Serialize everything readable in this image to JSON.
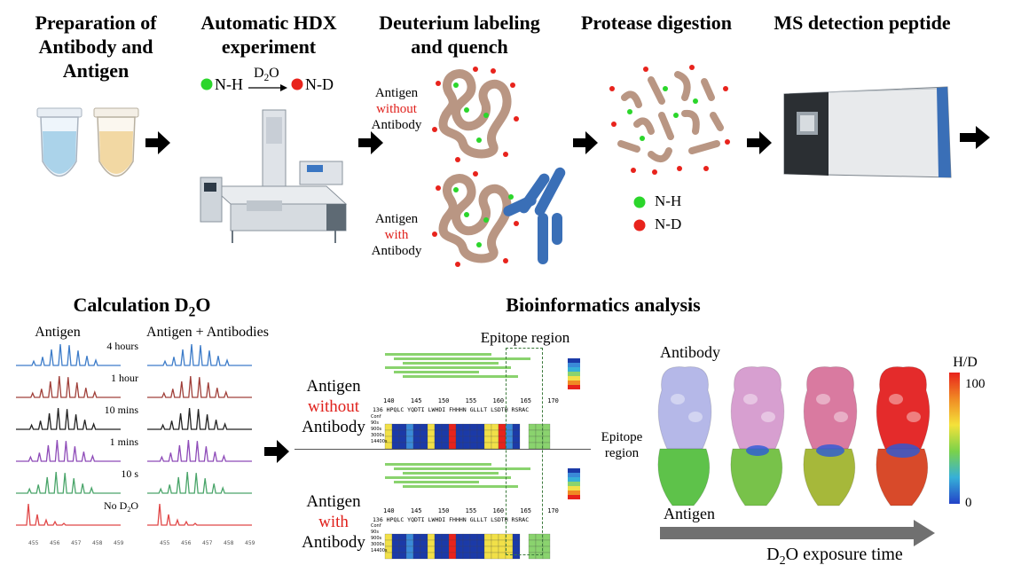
{
  "steps": {
    "prep": "Preparation of Antibody and Antigen",
    "hdx": "Automatic HDX experiment",
    "label": "Deuterium labeling and quench",
    "digest": "Protease digestion",
    "ms": "MS detection peptide"
  },
  "reaction": {
    "from": "N-H",
    "reagent": "D2O",
    "to": "N-D"
  },
  "labeling": {
    "without": {
      "line1": "Antigen",
      "line2": "without",
      "line3": "Antibody"
    },
    "with": {
      "line1": "Antigen",
      "line2": "with",
      "line3": "Antibody"
    }
  },
  "legend": {
    "nh": "N-H",
    "nd": "N-D"
  },
  "calc": {
    "title": "Calculation D2O",
    "col1": "Antigen",
    "col2": "Antigen + Antibodies",
    "times": [
      "4 hours",
      "1 hour",
      "10 mins",
      "1 mins",
      "10 s",
      "No D2O"
    ],
    "x_ticks": [
      "455",
      "456",
      "457",
      "458",
      "459"
    ],
    "colors": [
      "#3d7cc9",
      "#a0403a",
      "#222222",
      "#8e4bb8",
      "#4aa56a",
      "#e04747"
    ]
  },
  "bio": {
    "title": "Bioinformatics analysis",
    "epitope_top": "Epitope region",
    "epitope_side1": "Epitope",
    "epitope_side2": "region",
    "without": {
      "line1": "Antigen",
      "line2": "without",
      "line3": "Antibody"
    },
    "with": {
      "line1": "Antigen",
      "line2": "with",
      "line3": "Antibody"
    },
    "ruler": [
      "140",
      "145",
      "150",
      "155",
      "160",
      "165",
      "170"
    ],
    "seq_start": "136",
    "sequence": "HPQLC YQDTI LWHDI FHHHN GLLLT LSDTH RSRAC",
    "row_labels": [
      "Conf",
      "90s",
      "900s",
      "3000s",
      "14400s"
    ]
  },
  "structure": {
    "antibody": "Antibody",
    "antigen": "Antigen",
    "hd_label": "H/D",
    "hd_max": "100",
    "hd_min": "0",
    "exposure": "D2O exposure time"
  }
}
